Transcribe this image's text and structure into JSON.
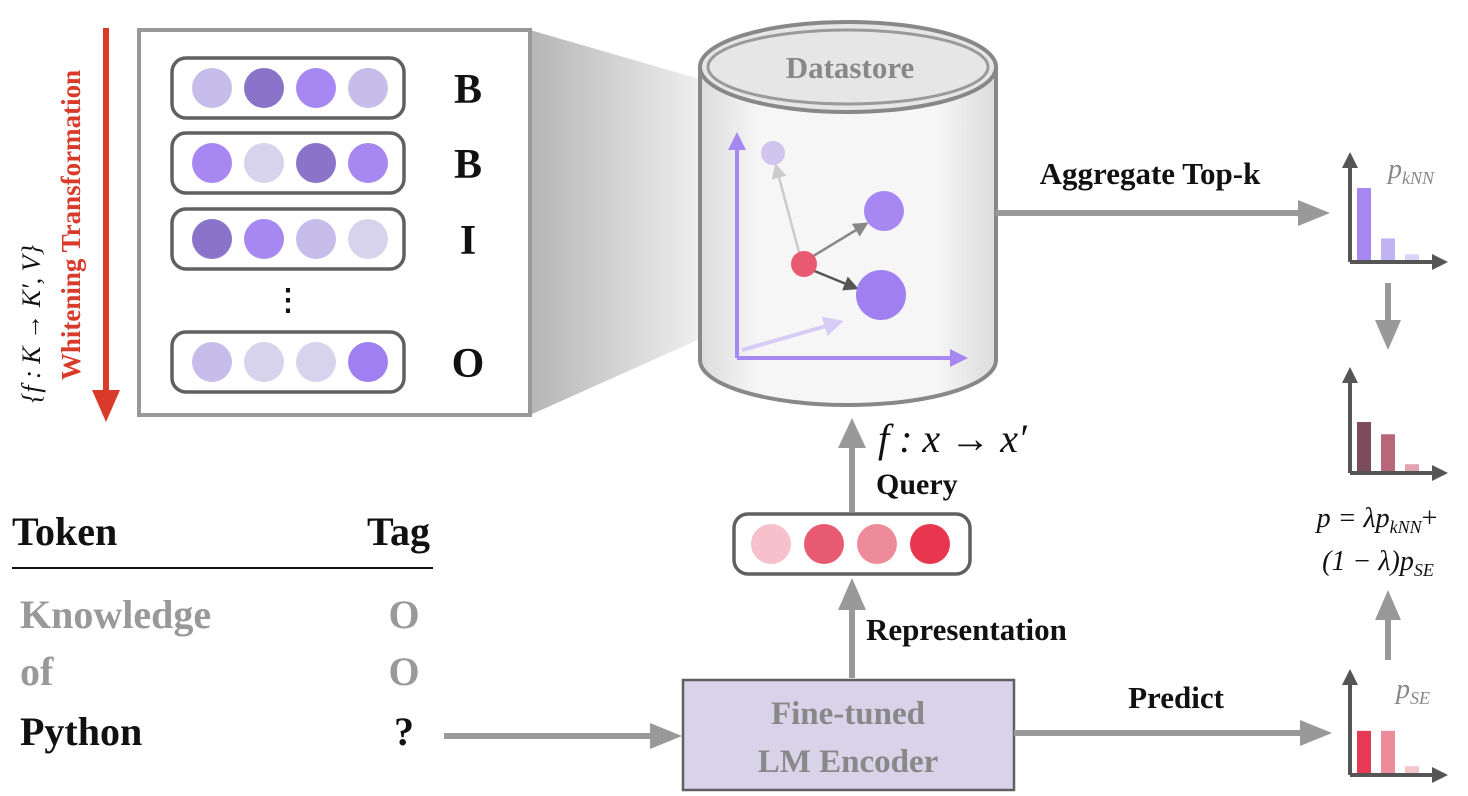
{
  "whitening": {
    "title": "Whitening Transformation",
    "formula": "{f : K → K′, V}"
  },
  "matrix": {
    "rows": [
      {
        "tag": "B",
        "dots": [
          "#c7bdea",
          "#8a73c8",
          "#a788f2",
          "#c7bdea"
        ]
      },
      {
        "tag": "B",
        "dots": [
          "#a788f2",
          "#d8d3ec",
          "#8a73c8",
          "#a788f2"
        ]
      },
      {
        "tag": "I",
        "dots": [
          "#8a73c8",
          "#a788f2",
          "#c7bdea",
          "#d8d3ec"
        ]
      },
      {
        "tag": "O",
        "dots": [
          "#c7bdea",
          "#d8d3ec",
          "#d8d3ec",
          "#a07ff0"
        ]
      }
    ],
    "ellipsis": "⋮"
  },
  "datastore": {
    "label": "Datastore"
  },
  "aggregate": {
    "label": "Aggregate Top-k"
  },
  "dists": {
    "knn": {
      "label": "p",
      "sub": "kNN",
      "values": [
        1.0,
        0.3,
        0.08
      ],
      "colors": [
        "#a788f2",
        "#c1b2f2",
        "#dcd4f6"
      ]
    },
    "combined": {
      "values": [
        0.72,
        0.54,
        0.1
      ],
      "colors": [
        "#7a4c5c",
        "#b8667a",
        "#e0a4b2"
      ]
    },
    "se": {
      "label": "p",
      "sub": "SE",
      "values": [
        0.62,
        0.62,
        0.1
      ],
      "colors": [
        "#e63a55",
        "#ee8b9b",
        "#f6c6ce"
      ]
    }
  },
  "formula_combined": {
    "line1": {
      "p": "p",
      "eq": " = λ",
      "p2": "p",
      "sub": "kNN",
      "plus": "+"
    },
    "line2": {
      "pre": "(1 − λ)",
      "p": "p",
      "sub": "SE"
    }
  },
  "query": {
    "formula": "f : x → x′",
    "label": "Query",
    "dots": [
      "#f6c1cb",
      "#e85a70",
      "#ee8b9b",
      "#e8364e"
    ]
  },
  "representation": {
    "label": "Representation"
  },
  "encoder": {
    "line1": "Fine-tuned",
    "line2": "LM Encoder"
  },
  "predict": {
    "label": "Predict"
  },
  "table": {
    "headers": [
      "Token",
      "Tag"
    ],
    "rows": [
      {
        "token": "Knowledge",
        "tag": "O",
        "muted": true
      },
      {
        "token": "of",
        "tag": "O",
        "muted": true
      },
      {
        "token": "Python",
        "tag": "?",
        "muted": false
      }
    ]
  },
  "colors": {
    "arrow_gray": "#999999",
    "red_arrow": "#d93b2b",
    "purple_axis": "#a788f2",
    "query_red": "#e85a70",
    "box_stroke": "#606060"
  }
}
